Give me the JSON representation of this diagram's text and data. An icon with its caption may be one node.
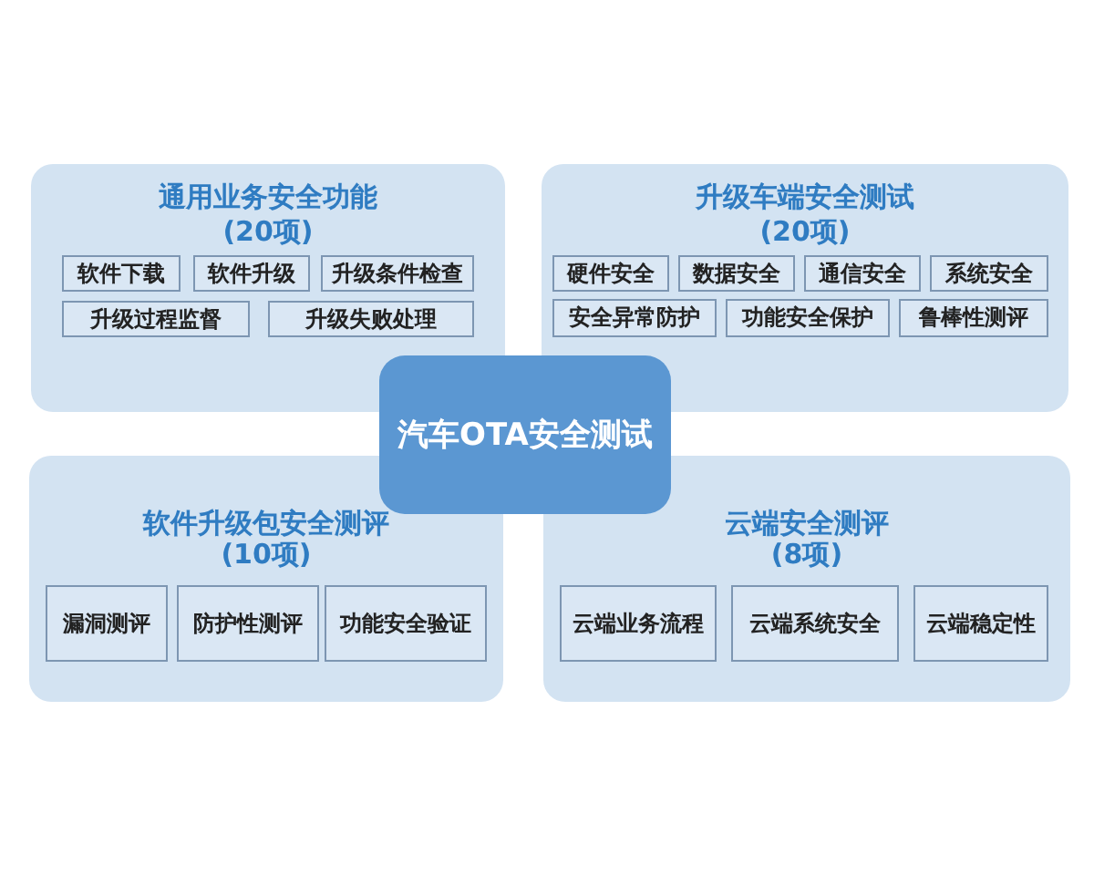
{
  "diagram": {
    "nodes": [
      {
        "text": [
          "通用业务安全功能",
          "(20项)"
        ]
      },
      {
        "text": [
          "软件下载"
        ],
        "in": 0
      },
      {
        "text": [
          "软件升级"
        ],
        "in": 0
      },
      {
        "text": [
          "升级条件检查"
        ],
        "in": 0
      },
      {
        "text": [
          "升级过程监督"
        ],
        "in": 0
      },
      {
        "text": [
          "升级失败处理"
        ],
        "in": 0
      },
      {
        "text": [
          "升级车端安全测试",
          "(20项)"
        ]
      },
      {
        "text": [
          "硬件安全"
        ],
        "in": 6
      },
      {
        "text": [
          "数据安全"
        ],
        "in": 6
      },
      {
        "text": [
          "通信安全"
        ],
        "in": 6
      },
      {
        "text": [
          "系统安全"
        ],
        "in": 6
      },
      {
        "text": [
          "安全异常防护"
        ],
        "in": 6
      },
      {
        "text": [
          "功能安全保护"
        ],
        "in": 6
      },
      {
        "text": [
          "鲁棒性测评"
        ],
        "in": 6
      },
      {
        "text": [
          "汽车OTA安全测试"
        ]
      },
      {
        "text": [
          "软件升级包安全测评",
          "(10项)"
        ]
      },
      {
        "text": [
          "漏洞测评"
        ],
        "in": 15
      },
      {
        "text": [
          "防护性测评"
        ],
        "in": 15
      },
      {
        "text": [
          "功能安全验证"
        ],
        "in": 15
      },
      {
        "text": [
          "云端安全测评",
          "(8项)"
        ]
      },
      {
        "text": [
          "云端业务流程"
        ],
        "in": 19
      },
      {
        "text": [
          "云端系统安全"
        ],
        "in": 19
      },
      {
        "text": [
          "云端稳定性"
        ],
        "in": 19
      }
    ]
  }
}
